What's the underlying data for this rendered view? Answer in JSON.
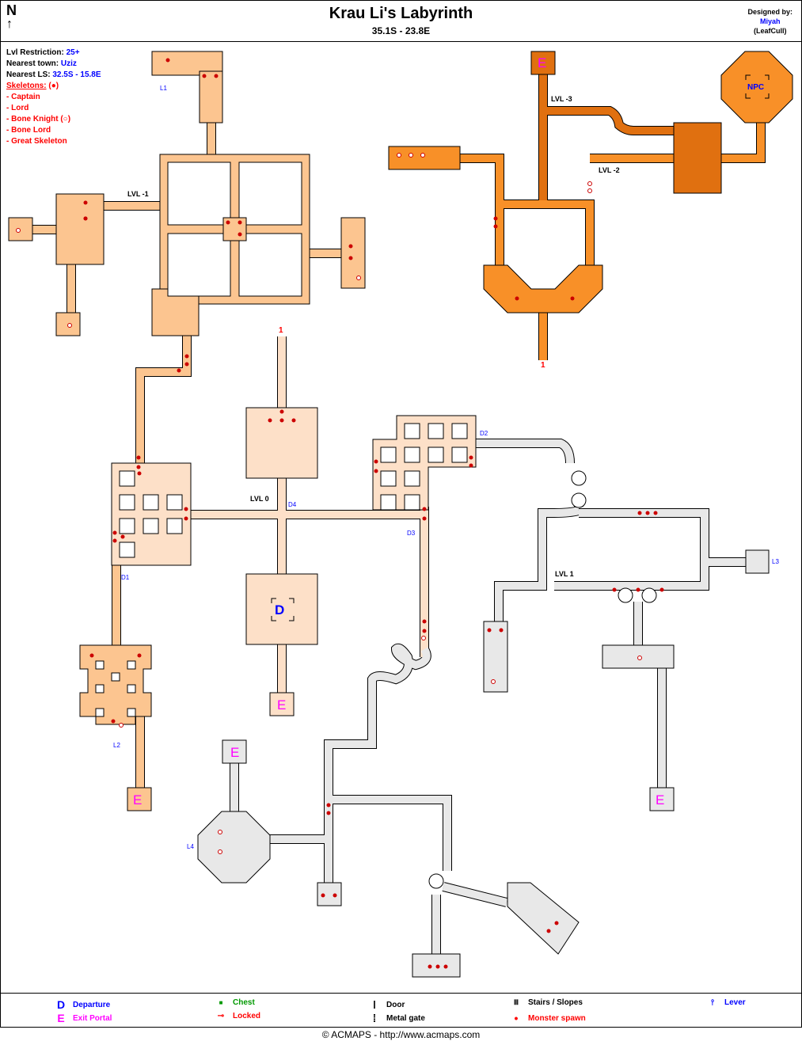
{
  "header": {
    "north": "N",
    "title": "Krau Li's Labyrinth",
    "coords": "35.1S - 23.8E",
    "designed_by": "Designed by:",
    "designer": "Miyah",
    "designer_sub": "(LeafCull)"
  },
  "info": {
    "lvl_label": "Lvl Restriction:",
    "lvl_value": "25+",
    "town_label": "Nearest town:",
    "town_value": "Uziz",
    "ls_label": "Nearest LS:",
    "ls_value": "32.5S - 15.8E",
    "skeletons_label": "Skeletons:",
    "skeletons_sym": "(●)",
    "monsters": [
      "- Captain",
      "- Lord",
      "- Bone Knight (○)",
      "- Bone Lord",
      "- Great Skeleton"
    ]
  },
  "map_labels": {
    "lvl_m1": "LVL -1",
    "lvl_m2": "LVL -2",
    "lvl_m3": "LVL -3",
    "lvl_0": "LVL 0",
    "lvl_1": "LVL 1",
    "npc": "NPC",
    "exit": "E",
    "departure": "D",
    "stairs_1": "1",
    "L1": "L1",
    "L2": "L2",
    "L3": "L3",
    "L4": "L4",
    "D1": "D1",
    "D2": "D2",
    "D3": "D3",
    "D4": "D4"
  },
  "colors": {
    "lvl_m1": "#fcc590",
    "lvl_m2": "#f89028",
    "lvl_m3": "#e07010",
    "lvl_0": "#fde0c8",
    "lvl_1": "#e8e8e8",
    "spawn": "#cc0000",
    "exit": "#ff00ff",
    "departure": "#0000ff"
  },
  "legend": {
    "departure": "Departure",
    "exit": "Exit Portal",
    "chest": "Chest",
    "locked": "Locked",
    "door": "Door",
    "metal_gate": "Metal gate",
    "stairs": "Stairs / Slopes",
    "spawn": "Monster spawn",
    "lever": "Lever",
    "sym_d": "D",
    "sym_e": "E",
    "sym_chest": "■",
    "sym_locked": "⊸",
    "sym_door": "ǀ",
    "sym_gate": "⁞",
    "sym_stairs": "Ⅲ",
    "sym_spawn": "•",
    "sym_lever": "⫯"
  },
  "footer": "© ACMAPS - http://www.acmaps.com"
}
